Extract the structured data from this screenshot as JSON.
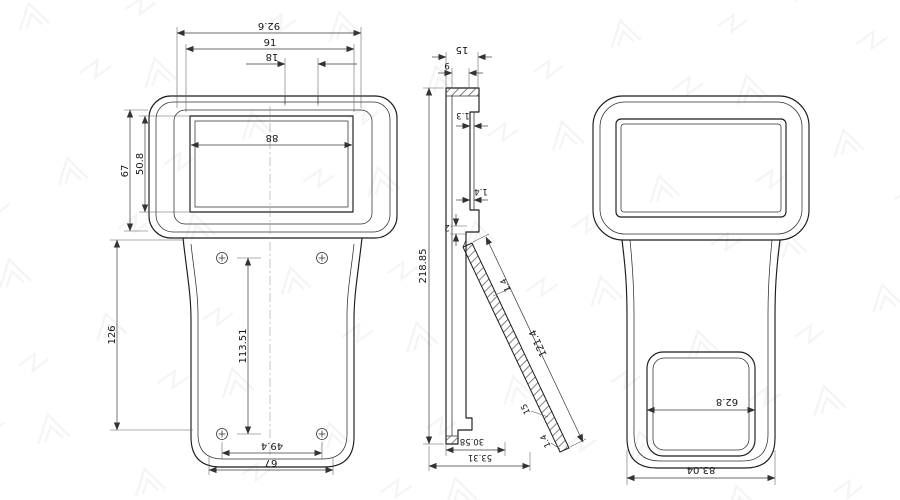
{
  "front": {
    "dim_width_overall": "92.6",
    "dim_width_mid": "91",
    "dim_cutout_width": "18",
    "dim_window_width": "88",
    "dim_head_height": "67",
    "dim_window_height": "50.8",
    "dim_handle_length": "126",
    "dim_screw_span_v": "113.51",
    "dim_screw_span_h": "49.4",
    "dim_bottom_width": "67"
  },
  "side": {
    "dim_top_depth": "15",
    "dim_top_inner": "9",
    "dim_wall_a": "1.3",
    "dim_wall_b": "1.4",
    "dim_step": "2",
    "dim_overall_length": "218.85",
    "dim_lid_length": "121.4",
    "dim_lid_wall": "1.4",
    "dim_lid_boss": "15",
    "dim_lid_tip": "1.4",
    "dim_bottom_offset_a": "30.58",
    "dim_bottom_offset_b": "53.31"
  },
  "rear": {
    "dim_pocket_width": "62.8",
    "dim_bottom_depth": "83.04"
  }
}
